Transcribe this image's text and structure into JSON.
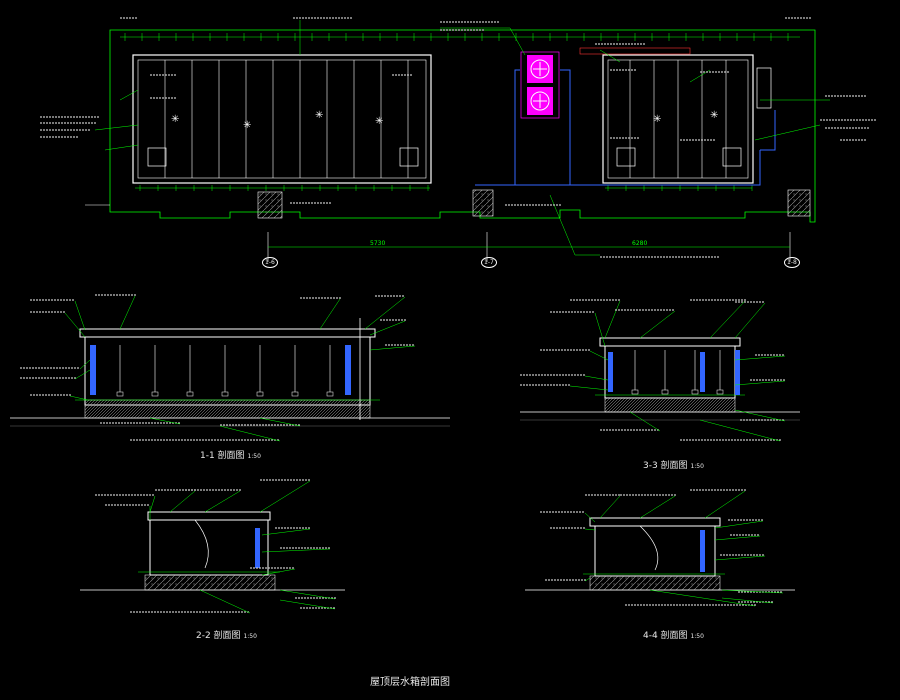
{
  "drawing": {
    "title": "屋顶层水箱剖面图",
    "sections": [
      {
        "label": "1-1 剖面图",
        "scale": "1:50"
      },
      {
        "label": "3-3 剖面图",
        "scale": "1:50"
      },
      {
        "label": "2-2 剖面图",
        "scale": "1:50"
      },
      {
        "label": "4-4 剖面图",
        "scale": "1:50"
      }
    ],
    "plan_dimensions": {
      "left_span": "5730",
      "right_span": "6280"
    },
    "axis_markers": [
      "1-6",
      "1-7",
      "1-8"
    ],
    "colors": {
      "background": "#000000",
      "linework": "#ffffff",
      "dimension": "#00ff00",
      "leader": "#00ff00",
      "pipe": "#3366ff",
      "equipment": "#ff00ff",
      "hatch": "#9a9a9a",
      "text": "#e8e8e8"
    }
  }
}
